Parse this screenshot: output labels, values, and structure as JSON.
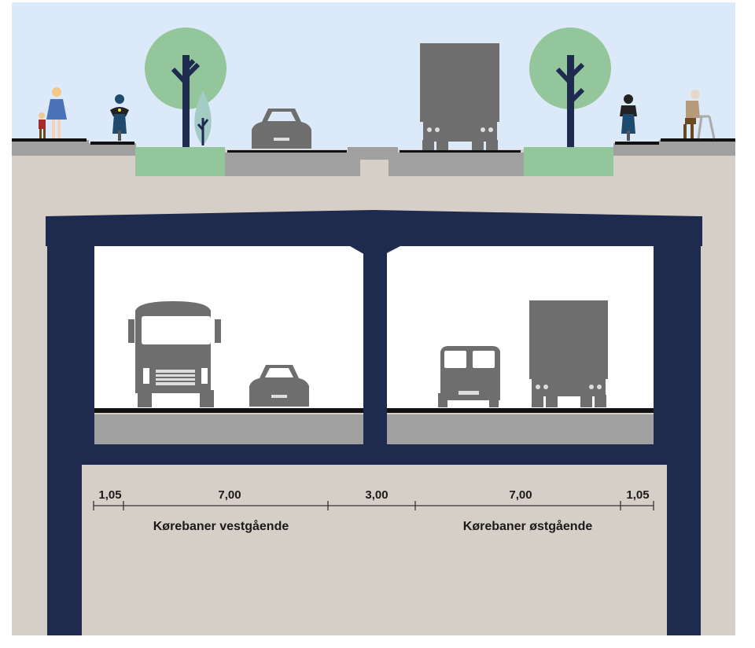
{
  "dimensions": [
    {
      "label": "1,05"
    },
    {
      "label": "7,00"
    },
    {
      "label": "3,00"
    },
    {
      "label": "7,00"
    },
    {
      "label": "1,05"
    }
  ],
  "lane_labels": {
    "west": "Kørebaner vestgående",
    "east": "Kørebaner østgående"
  },
  "colors": {
    "sky": "#dbe9f8",
    "ground": "#d6cfc8",
    "structure": "#1f2a4f",
    "asphalt": "#a0a0a0",
    "green": "#93c69b",
    "vehicle": "#6e6e6e"
  }
}
